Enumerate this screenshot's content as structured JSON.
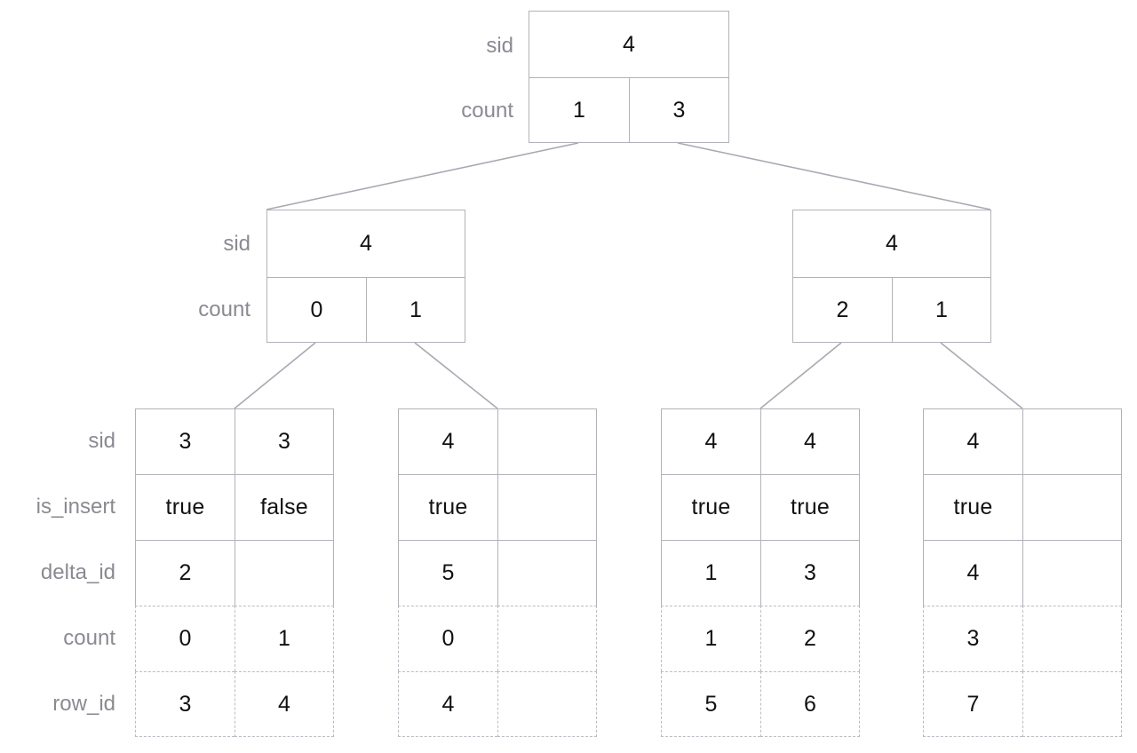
{
  "diagram": {
    "title": "aggregate-tree-diagram",
    "colors": {
      "border_solid": "#b2b2ba",
      "border_dashed": "#bcbcc4",
      "label_text": "#8a8a92",
      "value_text": "#111111",
      "edge": "#a9a9b2",
      "background": "#ffffff"
    },
    "root": {
      "labels": {
        "sid": "sid",
        "count": "count"
      },
      "sid": "4",
      "counts": [
        "1",
        "3"
      ]
    },
    "level2": {
      "labels": {
        "sid": "sid",
        "count": "count"
      },
      "nodes": [
        {
          "sid": "4",
          "counts": [
            "0",
            "1"
          ]
        },
        {
          "sid": "4",
          "counts": [
            "2",
            "1"
          ]
        }
      ]
    },
    "leaves": {
      "labels": [
        "sid",
        "is_insert",
        "delta_id",
        "count",
        "row_id"
      ],
      "nodes": [
        {
          "sid": [
            "3",
            "3"
          ],
          "is_insert": [
            "true",
            "false"
          ],
          "delta_id": [
            "2",
            ""
          ],
          "count": [
            "0",
            "1"
          ],
          "row_id": [
            "3",
            "4"
          ]
        },
        {
          "sid": [
            "4",
            ""
          ],
          "is_insert": [
            "true",
            ""
          ],
          "delta_id": [
            "5",
            ""
          ],
          "count": [
            "0",
            ""
          ],
          "row_id": [
            "4",
            ""
          ]
        },
        {
          "sid": [
            "4",
            "4"
          ],
          "is_insert": [
            "true",
            "true"
          ],
          "delta_id": [
            "1",
            "3"
          ],
          "count": [
            "1",
            "2"
          ],
          "row_id": [
            "5",
            "6"
          ]
        },
        {
          "sid": [
            "4",
            ""
          ],
          "is_insert": [
            "true",
            ""
          ],
          "delta_id": [
            "4",
            ""
          ],
          "count": [
            "3",
            ""
          ],
          "row_id": [
            "7",
            ""
          ]
        }
      ]
    }
  }
}
